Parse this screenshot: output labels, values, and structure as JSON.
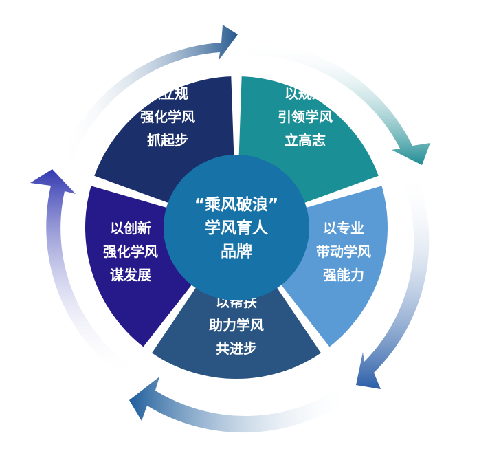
{
  "center": {
    "lines": [
      "“乘风破浪”",
      "学风育人",
      "品牌"
    ]
  },
  "segments": [
    {
      "lines": [
        "以规划",
        "引领学风",
        "立高志"
      ],
      "color": "#1a8f95"
    },
    {
      "lines": [
        "以专业",
        "带动学风",
        "强能力"
      ],
      "color": "#5b9bd5"
    },
    {
      "lines": [
        "以帮扶",
        "助力学风",
        "共进步"
      ],
      "color": "#2a5482"
    },
    {
      "lines": [
        "以创新",
        "强化学风",
        "谋发展"
      ],
      "color": "#261a8a"
    },
    {
      "lines": [
        "以立规",
        "强化学风",
        "抓起步"
      ],
      "color": "#1b2f6a"
    }
  ],
  "colors": {
    "center_fill": "#1772a8",
    "arrow_top": "#26598f",
    "arrow_right_top": "#1f8c93",
    "arrow_right_bottom": "#2c5fa8",
    "arrow_bottom": "#1f5e9c",
    "arrow_left": "#3238b0"
  }
}
